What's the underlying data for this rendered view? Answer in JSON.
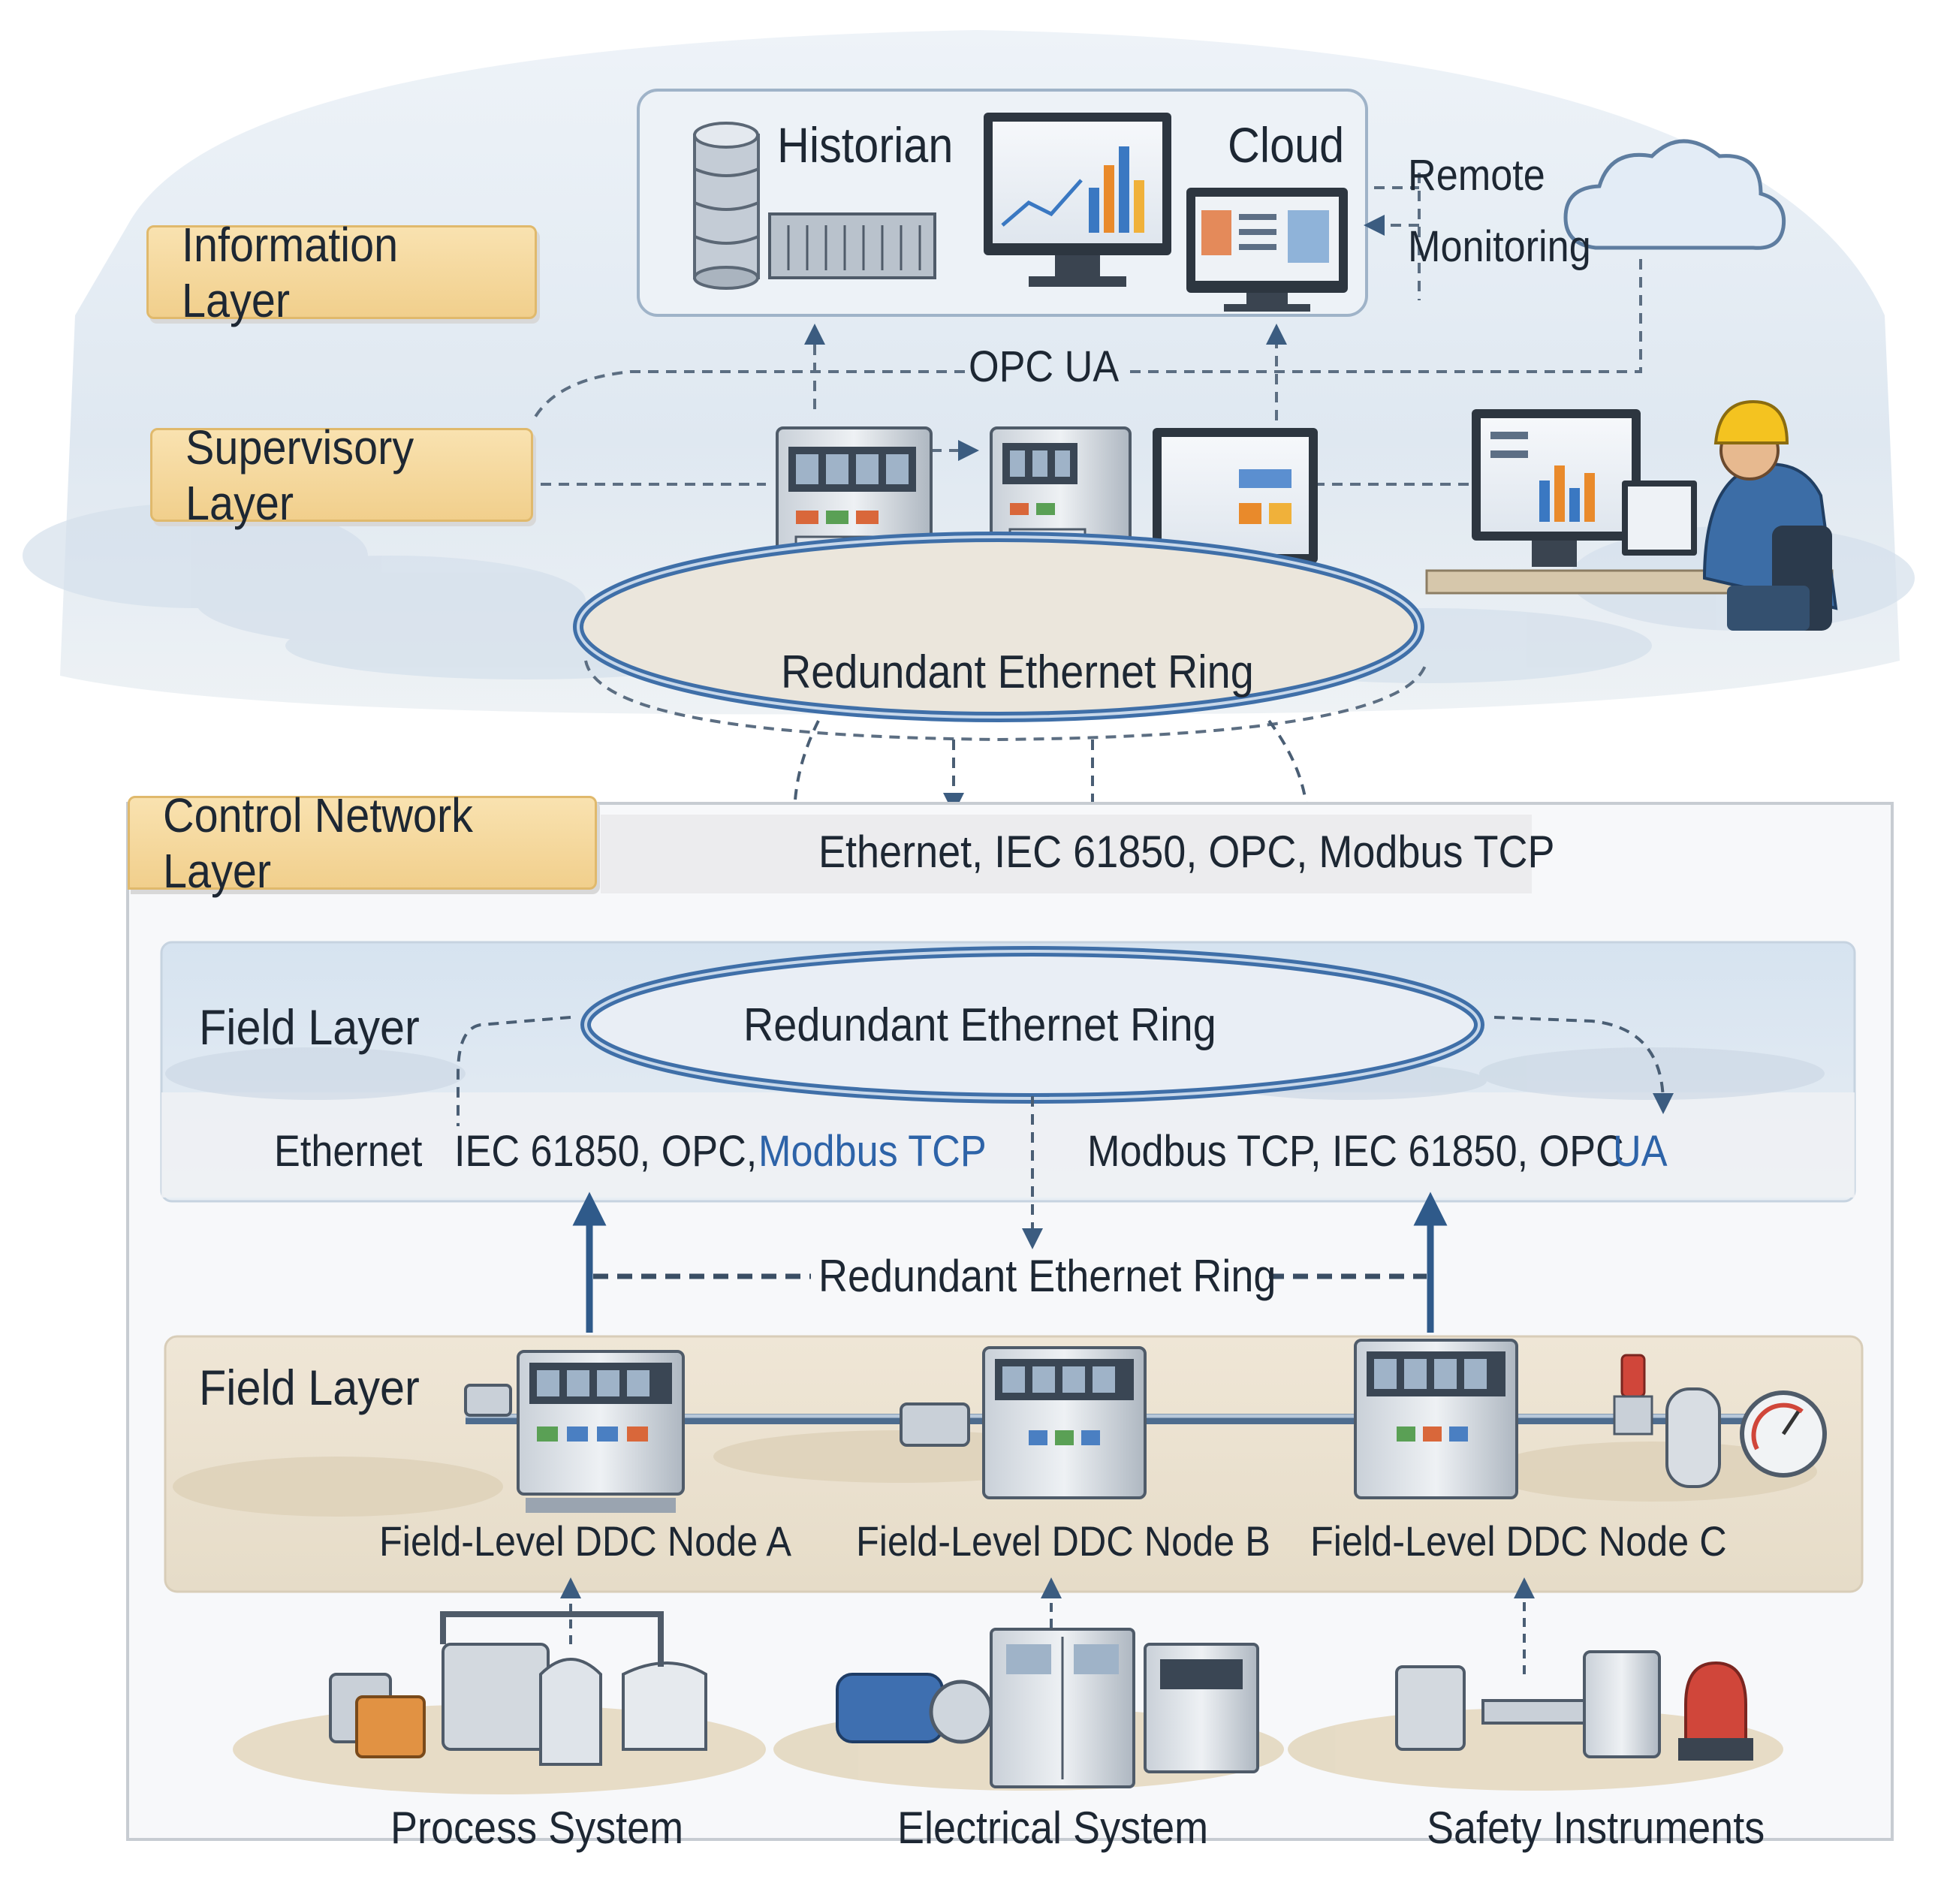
{
  "layers": {
    "information": "Information Layer",
    "supervisory": "Supervisory Layer",
    "control_network": "Control Network Layer",
    "field_upper": "Field Layer",
    "field_lower": "Field Layer"
  },
  "information": {
    "historian": "Historian",
    "cloud": "Cloud",
    "remote": "Remote",
    "monitoring": "Monitoring"
  },
  "supervisory": {
    "opc_ua": "OPC UA",
    "ring": "Redundant Ethernet Ring"
  },
  "control": {
    "protocols": "Ethernet, IEC 61850, OPC, Modbus TCP"
  },
  "field": {
    "ring": "Redundant Ethernet Ring",
    "left_protocols_a": "Ethernet",
    "left_protocols_b": "IEC 61850, OPC,",
    "left_protocols_c": "Modbus TCP",
    "right_protocols_a": "Modbus TCP, IEC 61850, OPC",
    "right_protocols_b": "UA",
    "ring_link": "Redundant Ethernet Ring"
  },
  "nodes": [
    {
      "label": "Field-Level DDC Node A"
    },
    {
      "label": "Field-Level DDC Node B"
    },
    {
      "label": "Field-Level DDC Node C"
    }
  ],
  "systems": [
    {
      "label": "Process System"
    },
    {
      "label": "Electrical System"
    },
    {
      "label": "Safety Instruments"
    }
  ],
  "colors": {
    "tag_fill": "#f5d9a0",
    "ring_blue": "#3f6fa8",
    "accent_text": "#2d63a8",
    "arrow": "#2f5a8a"
  }
}
